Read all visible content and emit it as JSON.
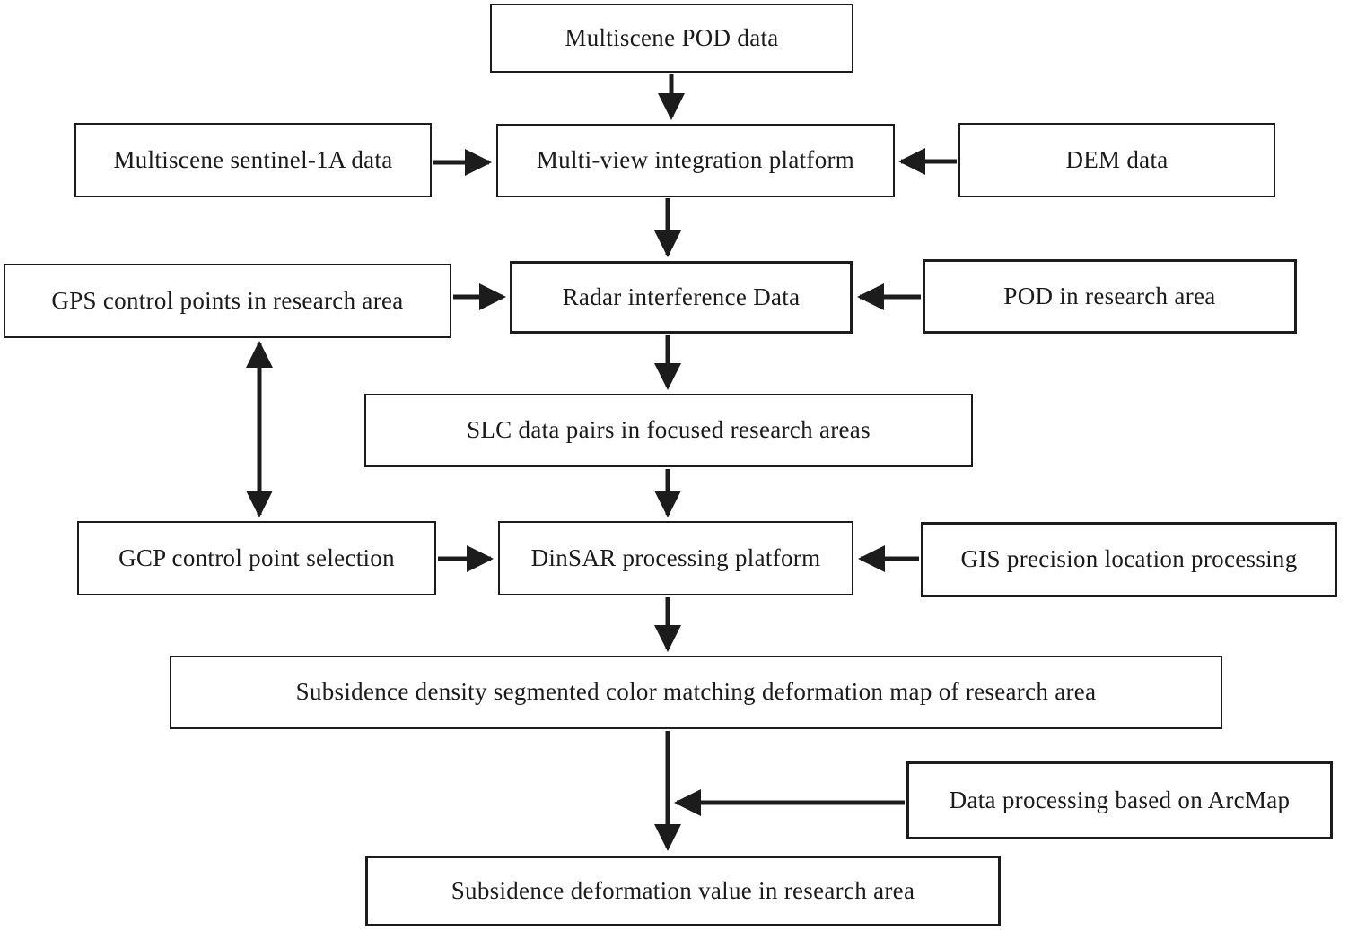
{
  "diagram": {
    "type": "flowchart",
    "colors": {
      "box_border": "#1c1c1c",
      "box_background": "#ffffff",
      "text": "#1b1b1b",
      "arrow": "#1c1c1c",
      "page_background": "#ffffff"
    },
    "nodes": {
      "multiscene_pod": {
        "label": "Multiscene POD data"
      },
      "sentinel": {
        "label": "Multiscene sentinel-1A data"
      },
      "platform": {
        "label": "Multi-view integration platform"
      },
      "dem": {
        "label": "DEM data"
      },
      "gps": {
        "label": "GPS control points in research area"
      },
      "radar": {
        "label": "Radar interference Data"
      },
      "pod_area": {
        "label": "POD in research area"
      },
      "slc": {
        "label": "SLC data pairs in focused research areas"
      },
      "gcp": {
        "label": "GCP control point selection"
      },
      "dinsar": {
        "label": "DinSAR processing platform"
      },
      "gis": {
        "label": "GIS precision location processing"
      },
      "density_map": {
        "label": "Subsidence density segmented color matching deformation map of research area"
      },
      "arcmap": {
        "label": "Data processing based on ArcMap"
      },
      "deformation_value": {
        "label": "Subsidence deformation value in research area"
      }
    },
    "edges": [
      {
        "from": "multiscene_pod",
        "to": "platform",
        "direction": "down"
      },
      {
        "from": "sentinel",
        "to": "platform",
        "direction": "right"
      },
      {
        "from": "dem",
        "to": "platform",
        "direction": "left"
      },
      {
        "from": "platform",
        "to": "radar",
        "direction": "down"
      },
      {
        "from": "gps",
        "to": "radar",
        "direction": "right"
      },
      {
        "from": "pod_area",
        "to": "radar",
        "direction": "left"
      },
      {
        "from": "radar",
        "to": "slc",
        "direction": "down"
      },
      {
        "from": "slc",
        "to": "dinsar",
        "direction": "down"
      },
      {
        "from": "gcp",
        "to": "dinsar",
        "direction": "right"
      },
      {
        "from": "gis",
        "to": "dinsar",
        "direction": "left"
      },
      {
        "from": "gps",
        "to": "gcp",
        "direction": "bidirectional-vertical"
      },
      {
        "from": "dinsar",
        "to": "density_map",
        "direction": "down"
      },
      {
        "from": "density_map",
        "to": "deformation_value",
        "direction": "down"
      },
      {
        "from": "arcmap",
        "to": "density_map-deformation_value-line",
        "direction": "left"
      }
    ]
  }
}
